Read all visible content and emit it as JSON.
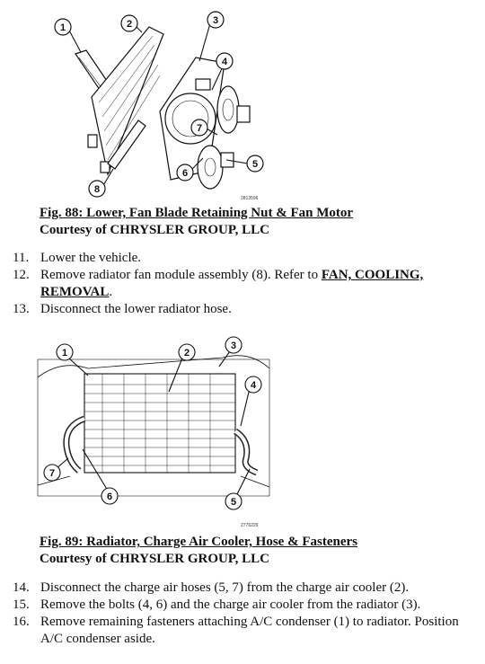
{
  "fig88": {
    "title": "Fig. 88: Lower, Fan Blade Retaining Nut & Fan Motor",
    "courtesy": "Courtesy of CHRYSLER GROUP, LLC",
    "image_id": "2813596",
    "callouts": [
      "1",
      "2",
      "3",
      "4",
      "5",
      "6",
      "7",
      "8"
    ]
  },
  "steps_a": [
    {
      "num": "11.",
      "text": "Lower the vehicle."
    },
    {
      "num": "12.",
      "text": "Remove radiator fan module assembly (8). Refer to ",
      "link": "FAN, COOLING, REMOVAL",
      "after": "."
    },
    {
      "num": "13.",
      "text": "Disconnect the lower radiator hose."
    }
  ],
  "fig89": {
    "title": "Fig. 89: Radiator, Charge Air Cooler, Hose & Fasteners",
    "courtesy": "Courtesy of CHRYSLER GROUP, LLC",
    "image_id": "2776229",
    "callouts": [
      "1",
      "2",
      "3",
      "4",
      "5",
      "6",
      "7"
    ]
  },
  "steps_b": [
    {
      "num": "14.",
      "text": "Disconnect the charge air hoses (5, 7) from the charge air cooler (2)."
    },
    {
      "num": "15.",
      "text": "Remove the bolts (4, 6) and the charge air cooler from the radiator (3)."
    },
    {
      "num": "16.",
      "text": "Remove remaining fasteners attaching A/C condenser (1) to radiator. Position A/C condenser aside."
    }
  ]
}
